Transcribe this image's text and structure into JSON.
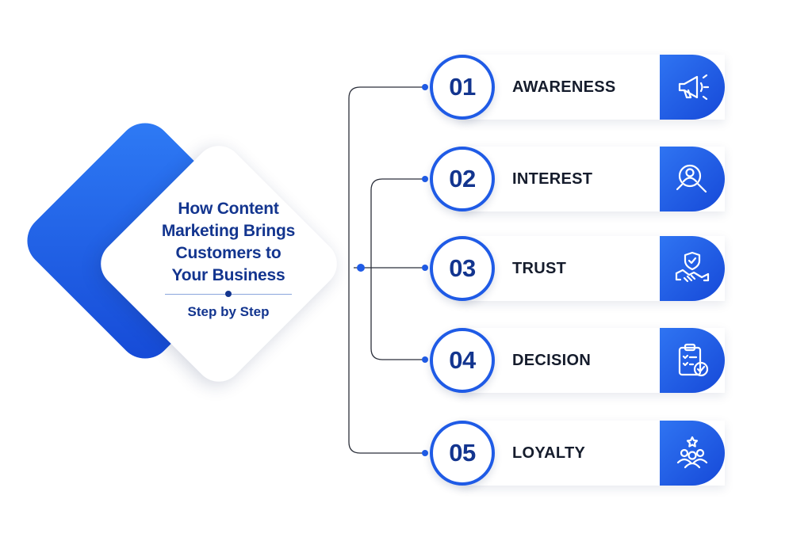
{
  "center": {
    "title_lines": [
      "How Content",
      "Marketing Brings",
      "Customers to",
      "Your Business"
    ],
    "subtitle": "Step by Step"
  },
  "steps": [
    {
      "number": "01",
      "label": "AWARENESS",
      "icon": "megaphone-icon"
    },
    {
      "number": "02",
      "label": "INTEREST",
      "icon": "search-person-icon"
    },
    {
      "number": "03",
      "label": "TRUST",
      "icon": "handshake-shield-icon"
    },
    {
      "number": "04",
      "label": "DECISION",
      "icon": "clipboard-check-icon"
    },
    {
      "number": "05",
      "label": "LOYALTY",
      "icon": "community-icon"
    }
  ],
  "colors": {
    "accent": "#1f5be6",
    "accent_dark": "#13358f",
    "text": "#151c2c"
  }
}
